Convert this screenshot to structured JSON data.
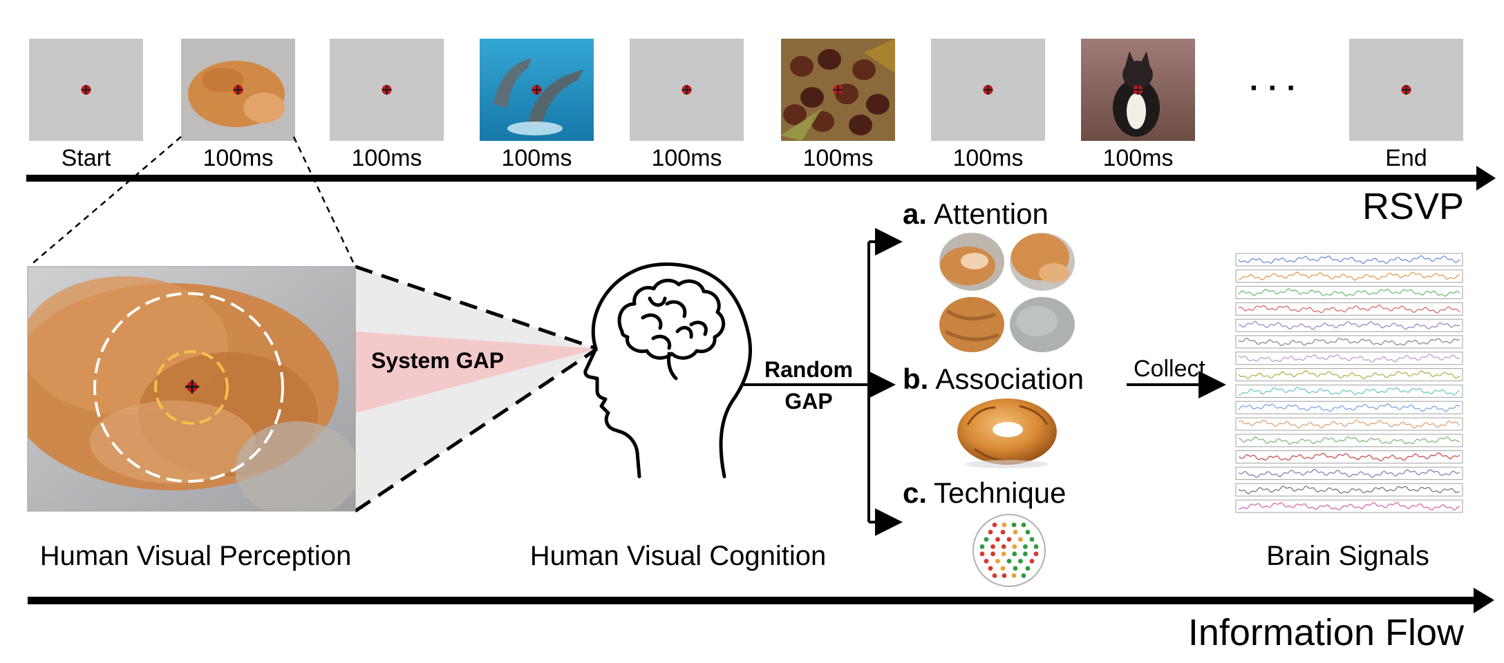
{
  "rsvp": {
    "title": "RSVP",
    "frames": [
      {
        "label": "Start",
        "kind": "blank"
      },
      {
        "label": "100ms",
        "kind": "cat"
      },
      {
        "label": "100ms",
        "kind": "blank"
      },
      {
        "label": "100ms",
        "kind": "dolphins"
      },
      {
        "label": "100ms",
        "kind": "blank"
      },
      {
        "label": "100ms",
        "kind": "chestnuts"
      },
      {
        "label": "100ms",
        "kind": "blank"
      },
      {
        "label": "100ms",
        "kind": "dog"
      },
      {
        "label": "End",
        "kind": "blank"
      }
    ],
    "ellipsis": "· · ·"
  },
  "perception": {
    "label": "Human Visual Perception",
    "gap_label": "System GAP"
  },
  "cognition": {
    "label": "Human Visual Cognition",
    "random_gap_line1": "Random",
    "random_gap_line2": "GAP"
  },
  "branches": [
    {
      "letter": "a.",
      "title": "Attention"
    },
    {
      "letter": "b.",
      "title": "Association"
    },
    {
      "letter": "c.",
      "title": "Technique"
    }
  ],
  "collect": {
    "label": "Collect"
  },
  "signals": {
    "label": "Brain Signals",
    "colors": [
      "#6b8fd6",
      "#e39a58",
      "#6fbf6f",
      "#d86a6a",
      "#9b86c9",
      "#8a8a8a",
      "#c39bd3",
      "#b8b04c",
      "#6fc9c9",
      "#7aa5e0",
      "#e0a070",
      "#7fb87f",
      "#c84e4e",
      "#8e7ab6",
      "#777777",
      "#d66aa8"
    ]
  },
  "flow": {
    "label": "Information Flow"
  },
  "colors": {
    "gray_frame": "#c8c8c8",
    "fixation": "#c0191c",
    "gap_pink": "#f2c5c6",
    "gap_gray": "#e6e6e6"
  }
}
